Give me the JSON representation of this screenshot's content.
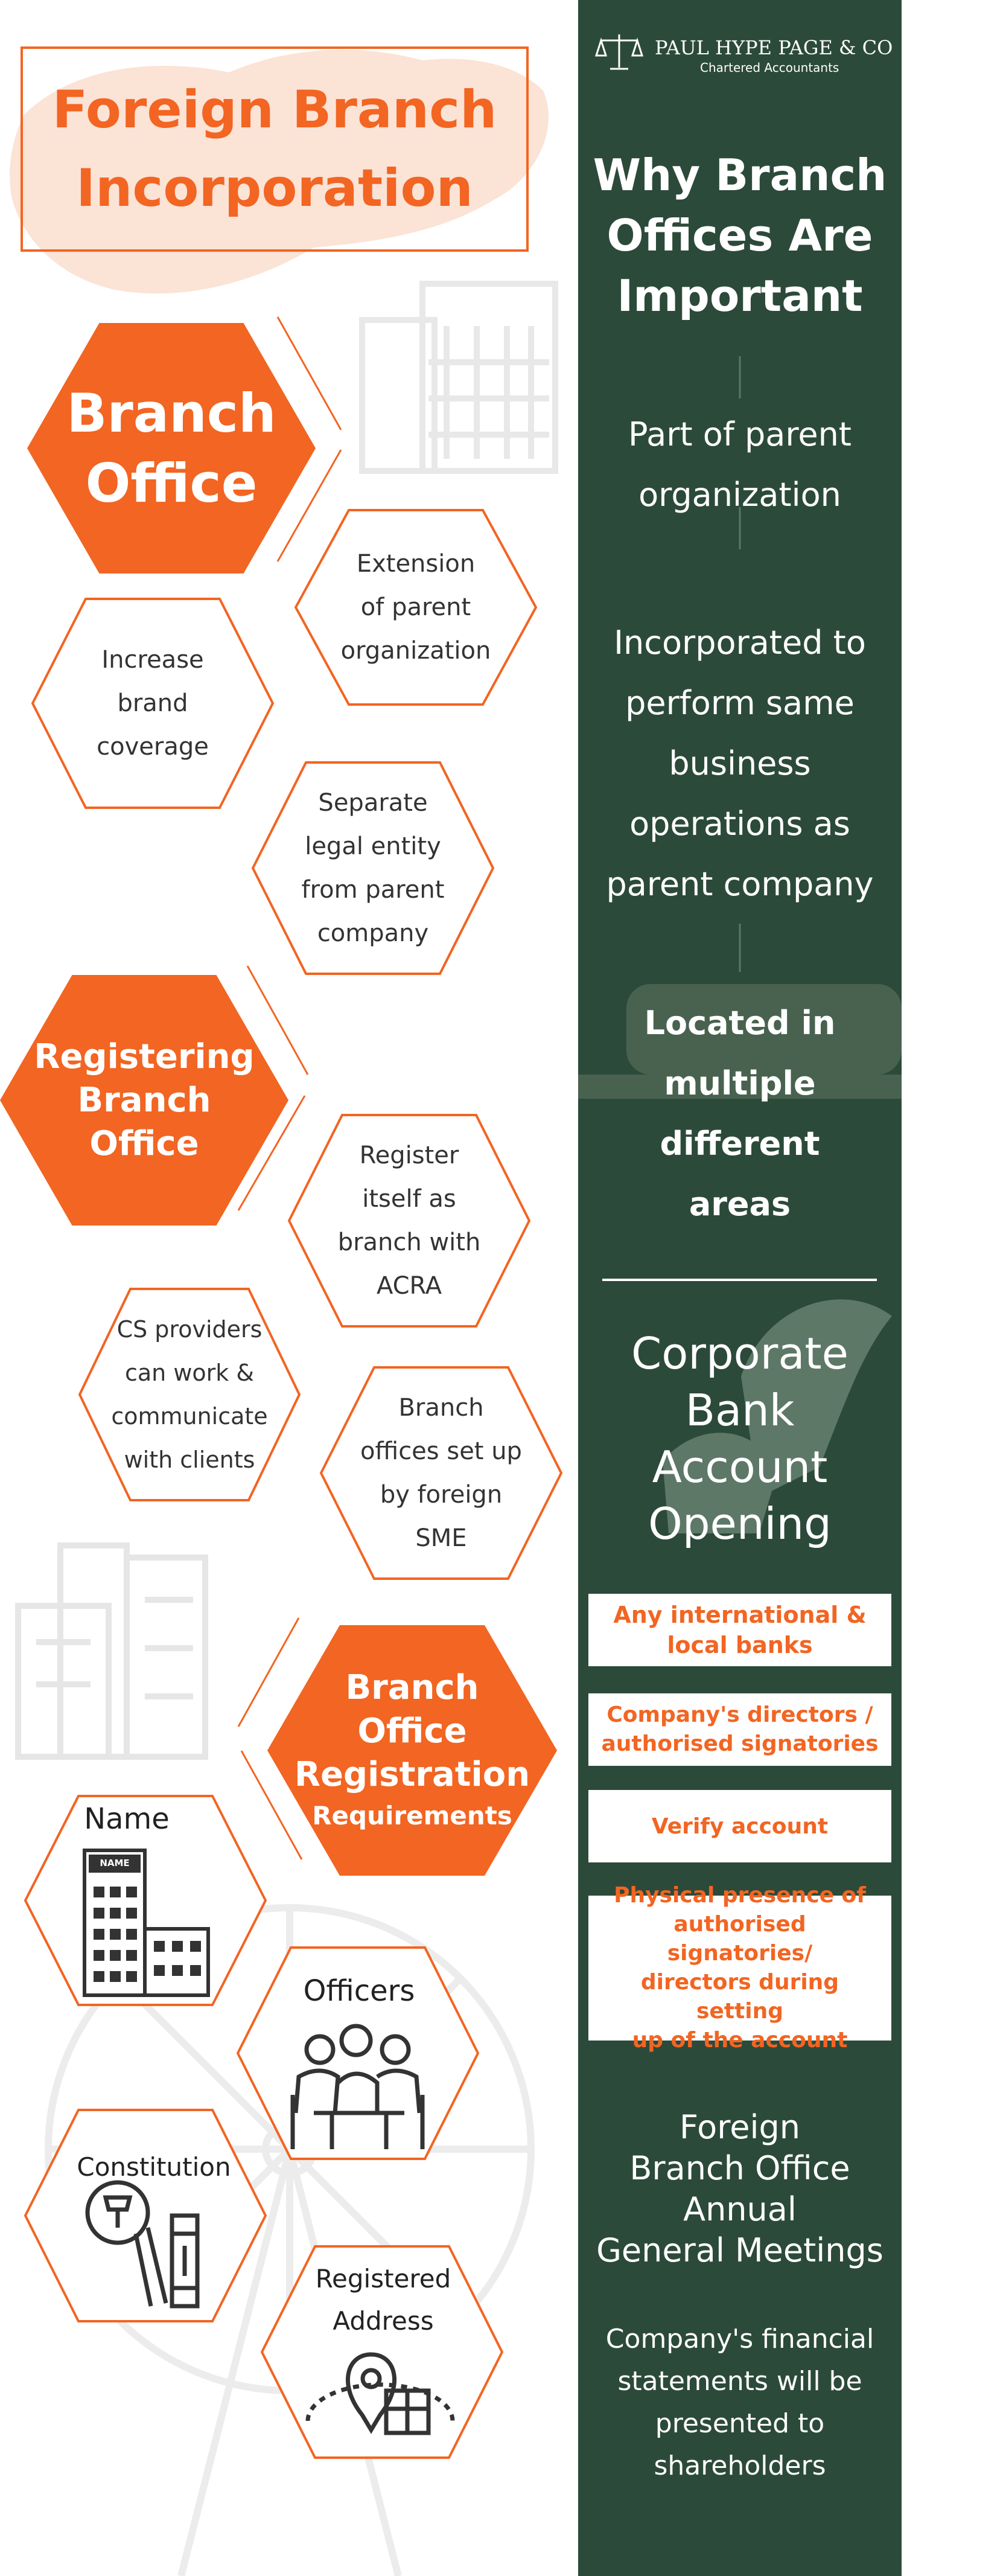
{
  "logo": {
    "name": "PAUL HYPE PAGE & CO",
    "tagline": "Chartered Accountants"
  },
  "title": {
    "line1": "Foreign Branch",
    "line2": "Incorporation"
  },
  "branch_office": {
    "heading_line1": "Branch",
    "heading_line2": "Office",
    "items": [
      {
        "l1": "Extension",
        "l2": "of parent",
        "l3": "organization"
      },
      {
        "l1": "Increase",
        "l2": "brand",
        "l3": "coverage"
      },
      {
        "l1": "Separate",
        "l2": "legal entity",
        "l3": "from parent",
        "l4": "company"
      }
    ]
  },
  "registering": {
    "heading_line1": "Registering",
    "heading_line2": "Branch",
    "heading_line3": "Office",
    "items": [
      {
        "l1": "Register",
        "l2": "itself as",
        "l3": "branch with",
        "l4": "ACRA"
      },
      {
        "l1": "CS providers",
        "l2": "can work &",
        "l3": "communicate",
        "l4": "with clients"
      },
      {
        "l1": "Branch",
        "l2": "offices set up",
        "l3": "by foreign",
        "l4": "SME"
      }
    ]
  },
  "requirements": {
    "heading_line1": "Branch",
    "heading_line2": "Office",
    "heading_line3": "Registration",
    "heading_line4": "Requirements",
    "items": {
      "name": "Name",
      "name_sign": "NAME",
      "officers": "Officers",
      "constitution": "Constitution",
      "address_l1": "Registered",
      "address_l2": "Address"
    }
  },
  "sidebar": {
    "why_l1": "Why Branch",
    "why_l2": "Offices Are",
    "why_l3": "Important",
    "p1_l1": "Part of parent",
    "p1_l2": "organization",
    "p2_l1": "Incorporated to",
    "p2_l2": "perform same",
    "p2_l3": "business",
    "p2_l4": "operations as",
    "p2_l5": "parent company",
    "p3_l1": "Located in",
    "p3_l2": "multiple",
    "p3_l3": "different",
    "p3_l4": "areas",
    "bank_l1": "Corporate",
    "bank_l2": "Bank",
    "bank_l3": "Account",
    "bank_l4": "Opening",
    "box1_l1": "Any international &",
    "box1_l2": "local banks",
    "box2_l1": "Company's directors /",
    "box2_l2": "authorised signatories",
    "box3": "Verify account",
    "box4_l1": "Physical presence of",
    "box4_l2": "authorised signatories/",
    "box4_l3": "directors during setting",
    "box4_l4": "up of the account",
    "agm_l1": "Foreign",
    "agm_l2": "Branch Office",
    "agm_l3": "Annual",
    "agm_l4": "General Meetings",
    "agm_d1": "Company's financial",
    "agm_d2": "statements will be",
    "agm_d3": "presented to",
    "agm_d4": "shareholders"
  },
  "colors": {
    "accent": "#f26522",
    "panel": "#2c4a3a",
    "text": "#333333"
  }
}
